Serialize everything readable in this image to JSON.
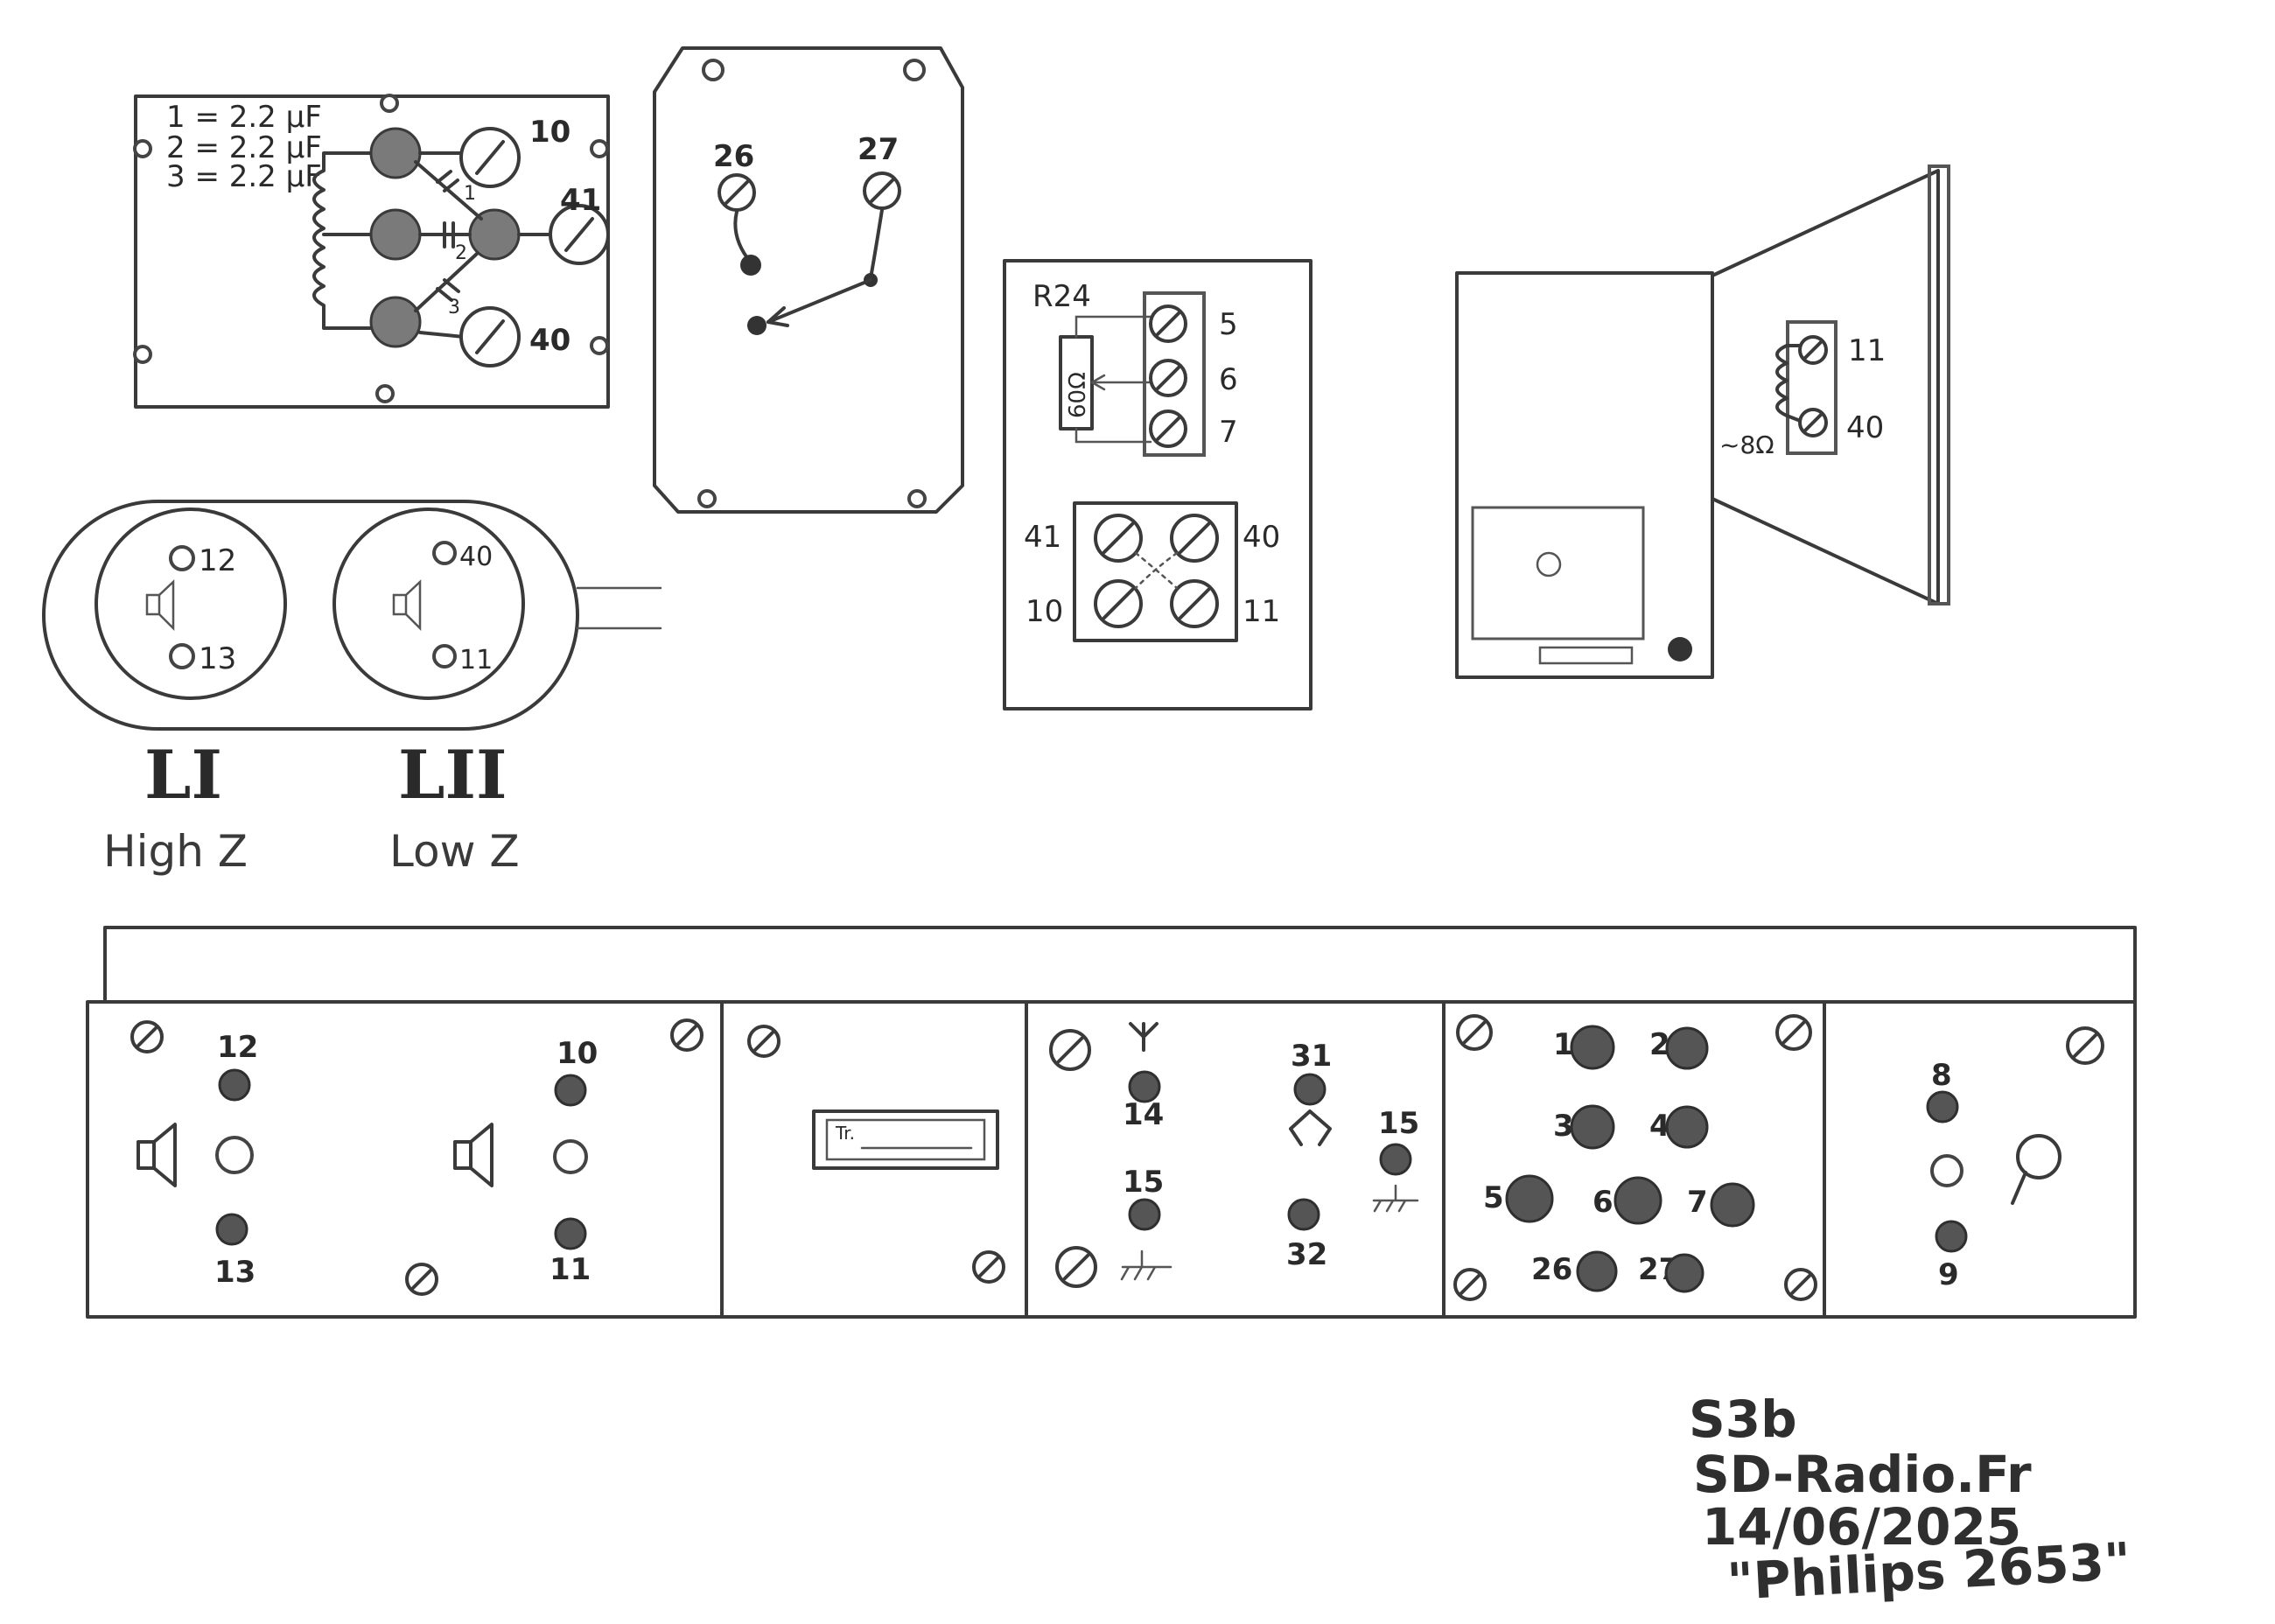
{
  "capacitor_legend": [
    "1 = 2.2 µF",
    "2 = 2.2 µF",
    "3 = 2.2 µF"
  ],
  "cap_board": {
    "t10": "10",
    "t41": "41",
    "t40": "40",
    "c1": "1",
    "c2": "2",
    "c3": "3"
  },
  "switch_board": {
    "t26": "26",
    "t27": "27"
  },
  "resistor_board": {
    "r_label": "R24",
    "r_value": "60Ω",
    "t5": "5",
    "t6": "6",
    "t7": "7",
    "t41": "41",
    "t40": "40",
    "t10": "10",
    "t11": "11"
  },
  "speaker_box": {
    "t11": "11",
    "t40": "40",
    "impedance": "~8Ω"
  },
  "speaker_jacks": {
    "left": {
      "top": "12",
      "bottom": "13",
      "name": "LI",
      "desc": "High Z"
    },
    "right": {
      "top": "40",
      "bottom": "11",
      "name": "LII",
      "desc": "Low Z"
    }
  },
  "rear_panel": {
    "speaker_section": [
      "12",
      "13",
      "10",
      "11"
    ],
    "plate_label": "Tr.",
    "antenna_section": [
      "14",
      "15",
      "31",
      "32",
      "15"
    ],
    "numbered_jacks": [
      "1",
      "2",
      "3",
      "4",
      "5",
      "6",
      "7",
      "26",
      "27"
    ],
    "last_section": [
      "8",
      "9"
    ]
  },
  "signature": {
    "line1": "S3b",
    "line2": "SD-Radio.Fr",
    "line3": "14/06/2025",
    "line4": "\"Philips 2653\""
  }
}
